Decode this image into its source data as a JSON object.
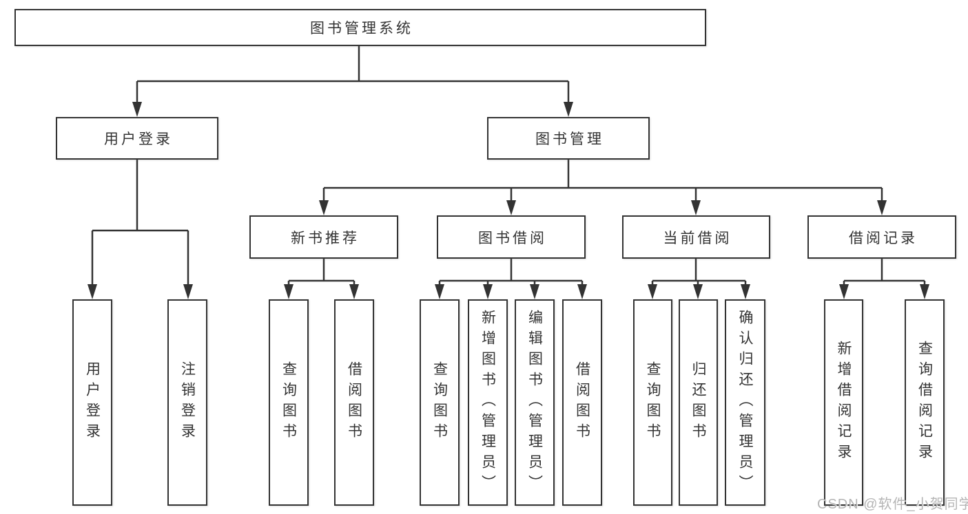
{
  "colors": {
    "ink": "#333333",
    "background": "#ffffff",
    "watermark": "#b5b5b5"
  },
  "root": {
    "label": "图书管理系统"
  },
  "branches": [
    {
      "label": "用户登录",
      "children": [
        {
          "label": "用户登录"
        },
        {
          "label": "注销登录"
        }
      ]
    },
    {
      "label": "图书管理",
      "children": [
        {
          "label": "新书推荐",
          "children": [
            {
              "label": "查询图书"
            },
            {
              "label": "借阅图书"
            }
          ]
        },
        {
          "label": "图书借阅",
          "children": [
            {
              "label": "查询图书"
            },
            {
              "label": "新增图书（管理员）"
            },
            {
              "label": "编辑图书（管理员）"
            },
            {
              "label": "借阅图书"
            }
          ]
        },
        {
          "label": "当前借阅",
          "children": [
            {
              "label": "查询图书"
            },
            {
              "label": "归还图书"
            },
            {
              "label": "确认归还（管理员）"
            }
          ]
        },
        {
          "label": "借阅记录",
          "children": [
            {
              "label": "新增借阅记录"
            },
            {
              "label": "查询借阅记录"
            }
          ]
        }
      ]
    }
  ],
  "watermark": "CSDN @软件_小贺同学"
}
